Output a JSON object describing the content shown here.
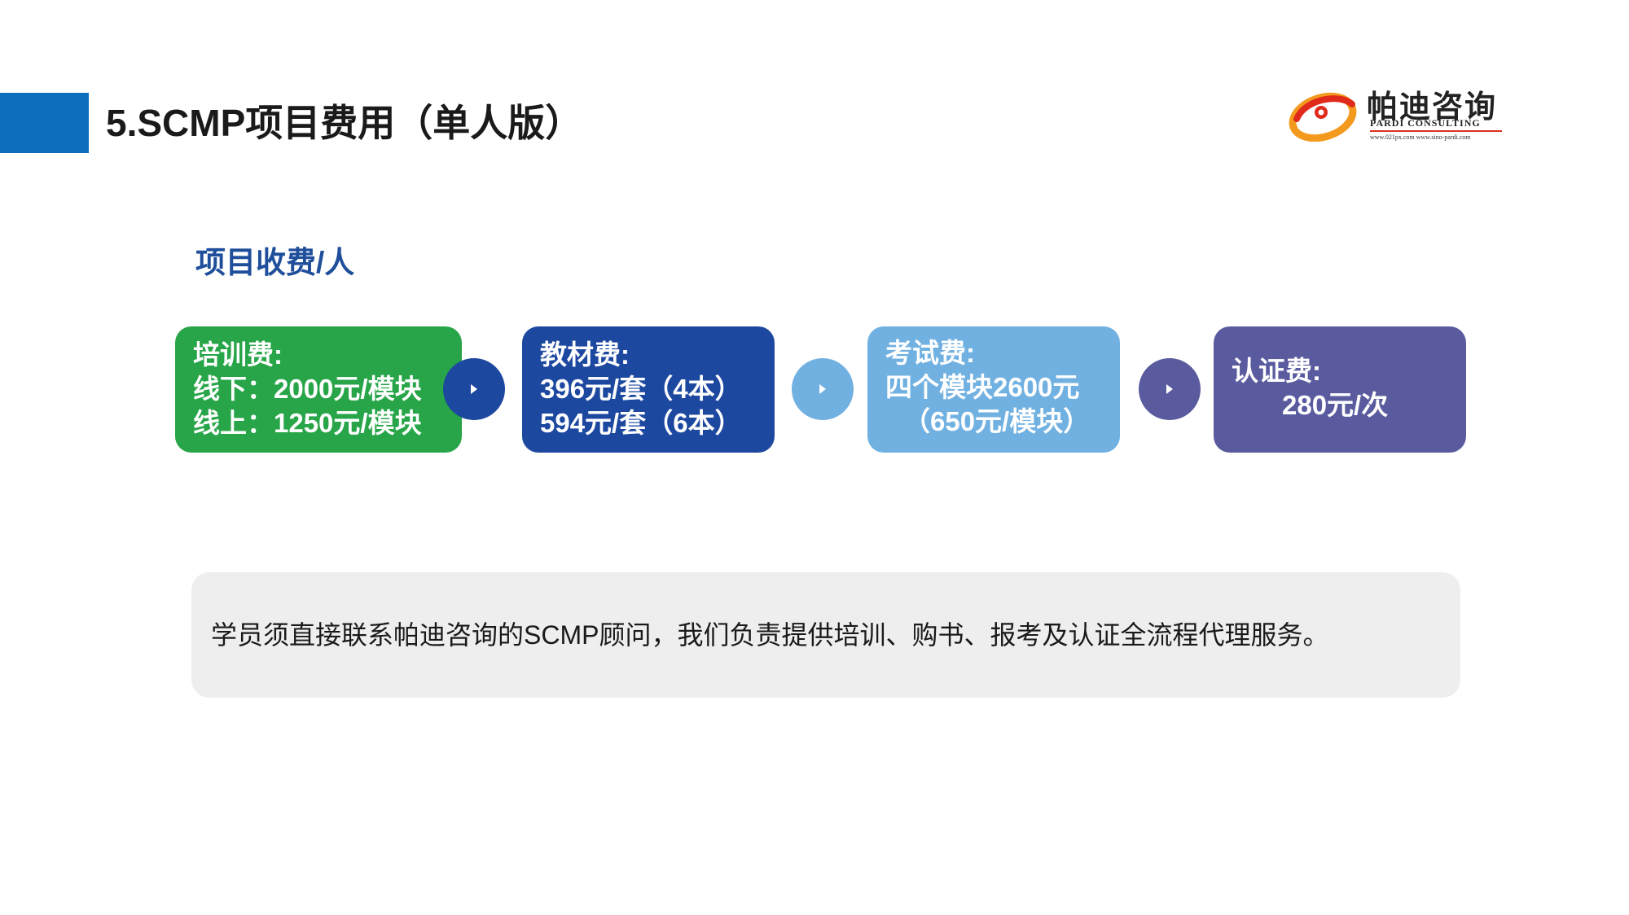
{
  "slide": {
    "title": "5.SCMP项目费用（单人版）",
    "accent_color": "#0c6dbd"
  },
  "logo": {
    "name_cn": "帕迪咨询",
    "name_en": "PARDI CONSULTING",
    "websites": "www.021px.com   www.sino-pardi.com"
  },
  "section": {
    "heading": "项目收费/人"
  },
  "fees": [
    {
      "title": "培训费:",
      "line1": "线下：2000元/模块",
      "line2": "线上：1250元/模块",
      "color": "#27a548"
    },
    {
      "title": "教材费:",
      "line1": "396元/套（4本）",
      "line2": "594元/套（6本）",
      "color": "#1d48a0"
    },
    {
      "title": "考试费:",
      "line1": "四个模块2600元",
      "line2": "（650元/模块）",
      "color": "#71b1e1"
    },
    {
      "title": "认证费:",
      "line1": "280元/次",
      "color": "#5a5b9f"
    }
  ],
  "arrows": {
    "icon": "play-triangle-icon"
  },
  "note": {
    "text": "学员须直接联系帕迪咨询的SCMP顾问，我们负责提供培训、购书、报考及认证全流程代理服务。"
  }
}
